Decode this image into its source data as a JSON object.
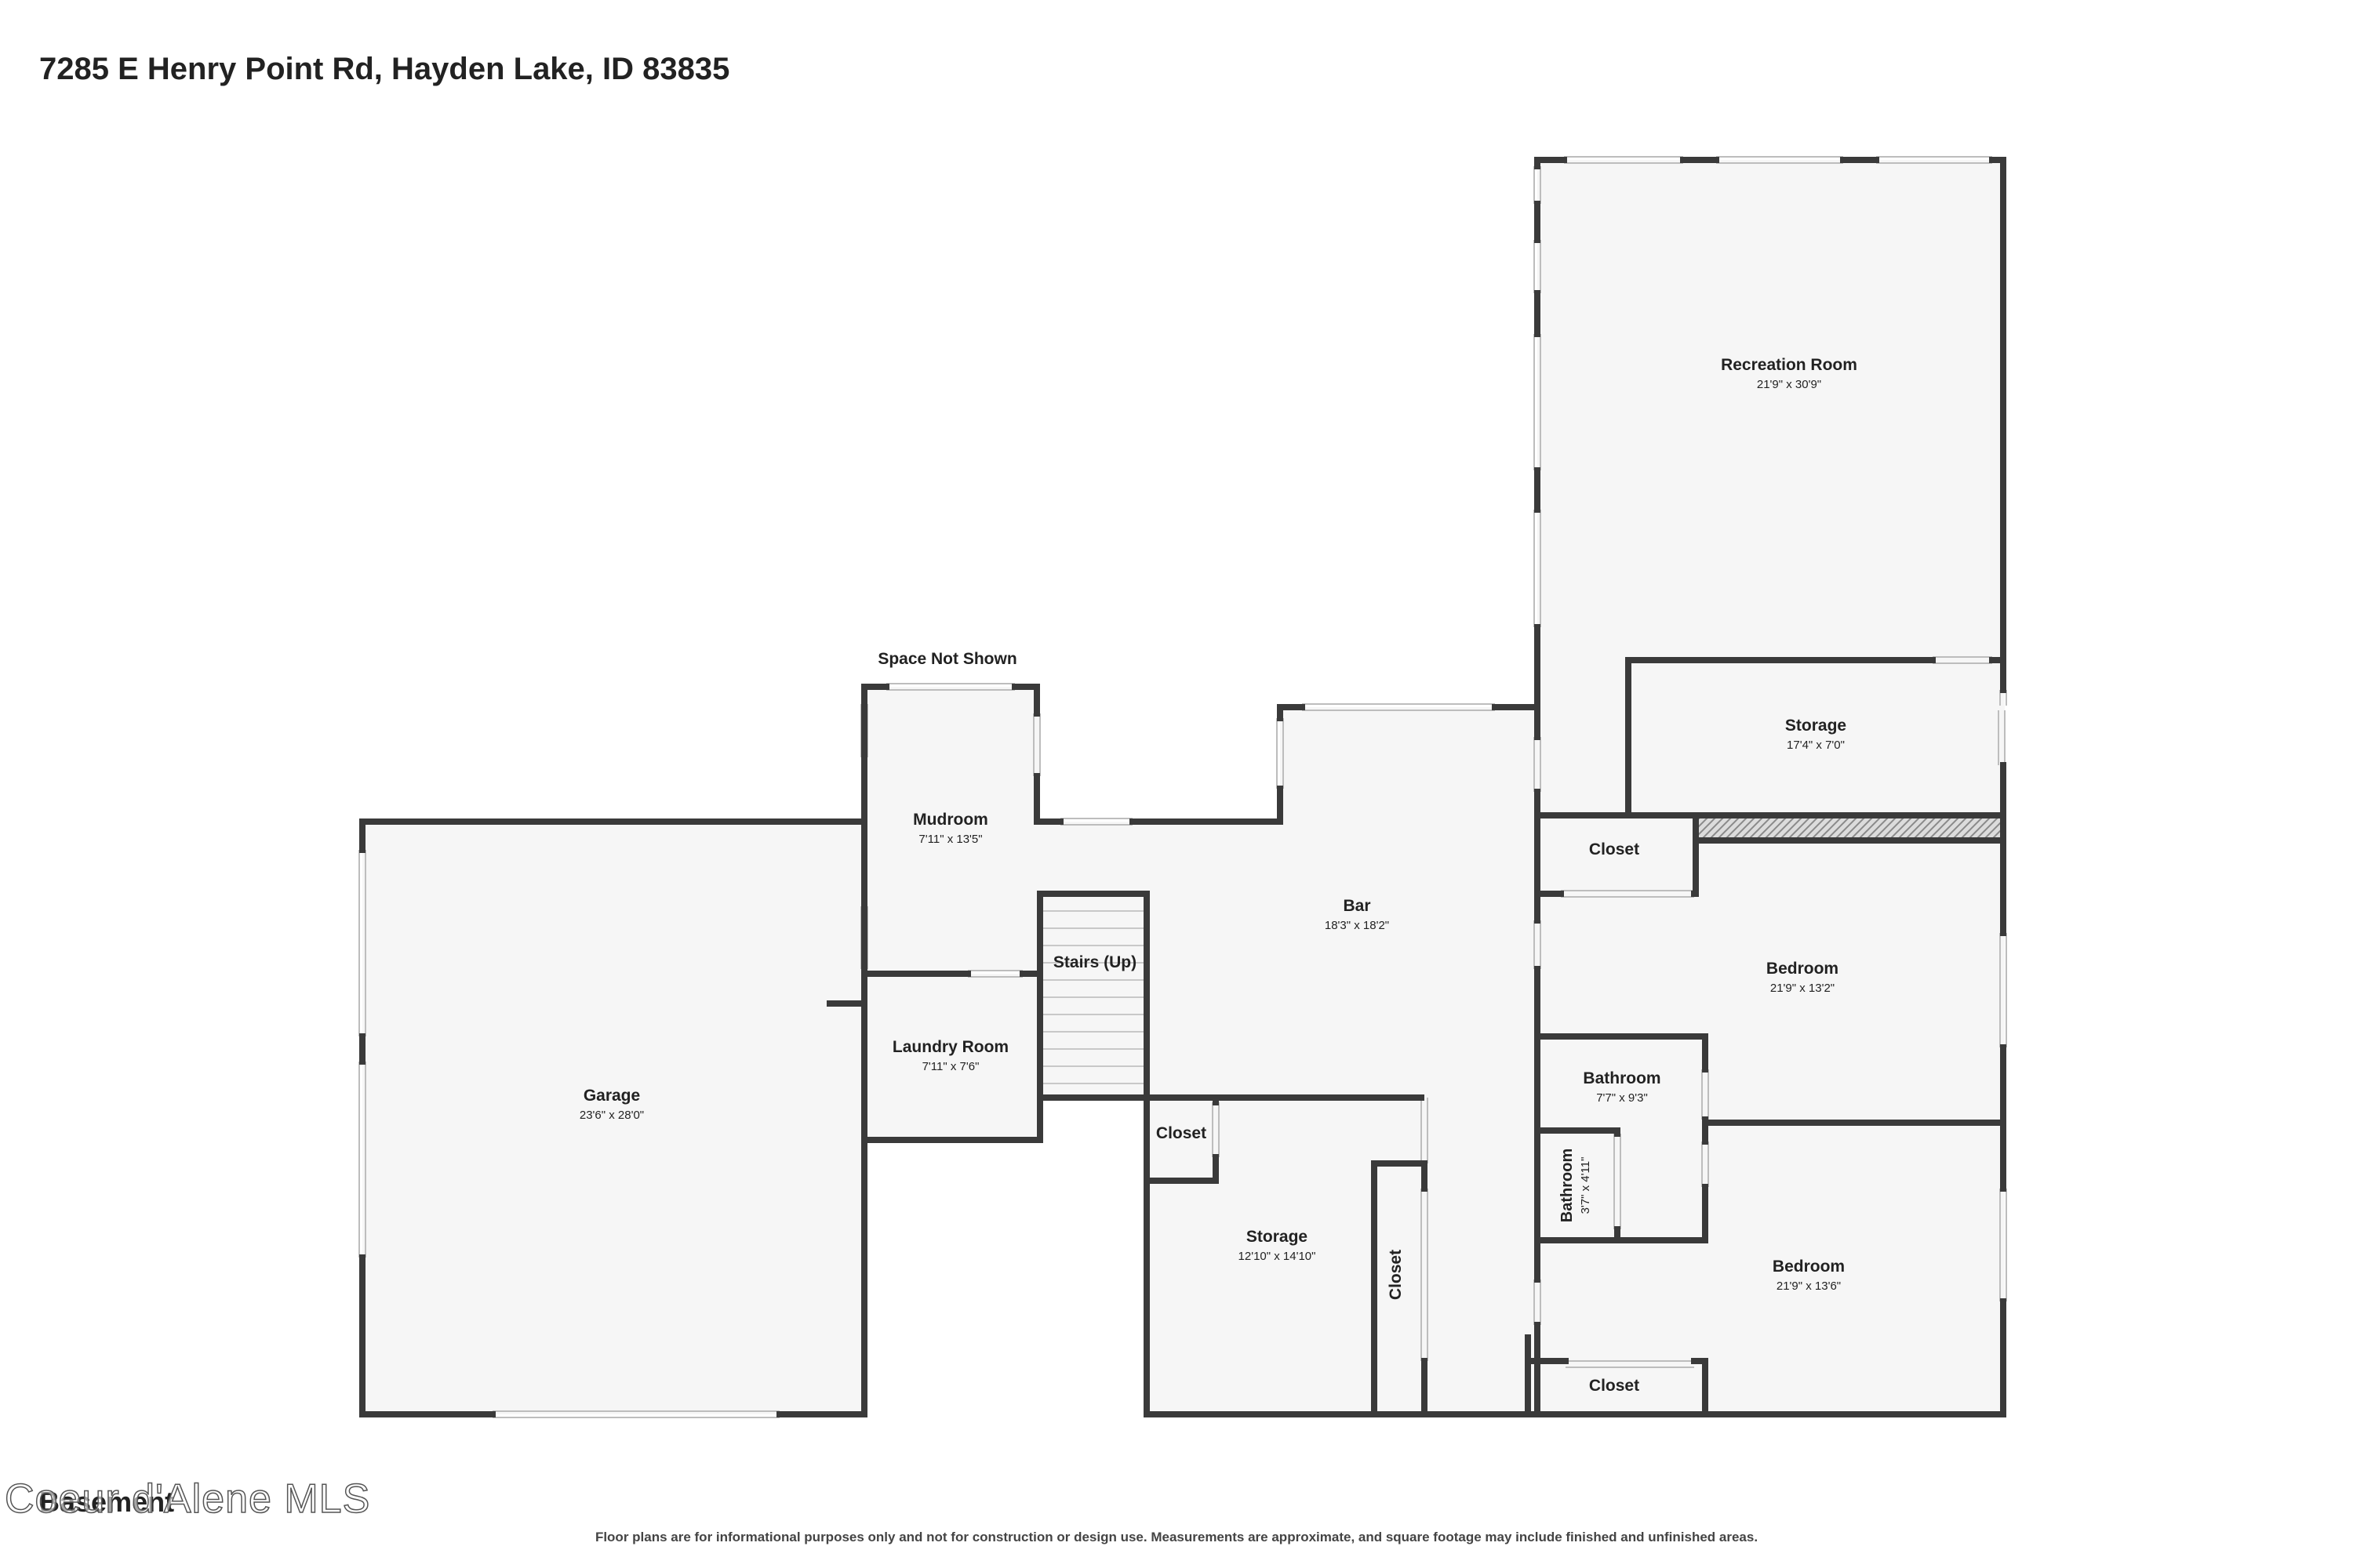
{
  "header": {
    "address": "7285 E Henry Point Rd, Hayden Lake, ID 83835"
  },
  "labels": {
    "space_not_shown": "Space Not Shown",
    "floor_name": "Basement",
    "watermark": "Coeur d'Alene MLS",
    "disclaimer": "Floor plans are for informational purposes only and not for construction or design use. Measurements are approximate, and square footage may include finished and unfinished areas."
  },
  "rooms": {
    "recreation_room": {
      "name": "Recreation Room",
      "dims": "21'9\" x 30'9\""
    },
    "storage_upper": {
      "name": "Storage",
      "dims": "17'4\" x 7'0\""
    },
    "closet_upper": {
      "name": "Closet"
    },
    "mudroom": {
      "name": "Mudroom",
      "dims": "7'11\" x 13'5\""
    },
    "bar": {
      "name": "Bar",
      "dims": "18'3\" x 18'2\""
    },
    "bedroom_1": {
      "name": "Bedroom",
      "dims": "21'9\" x 13'2\""
    },
    "stairs": {
      "name": "Stairs (Up)"
    },
    "garage": {
      "name": "Garage",
      "dims": "23'6\" x 28'0\""
    },
    "laundry_room": {
      "name": "Laundry Room",
      "dims": "7'11\" x 7'6\""
    },
    "bathroom_1": {
      "name": "Bathroom",
      "dims": "7'7\" x 9'3\""
    },
    "closet_mid": {
      "name": "Closet"
    },
    "bathroom_2": {
      "name": "Bathroom",
      "dims": "3'7\" x 4'11\""
    },
    "storage_lower": {
      "name": "Storage",
      "dims": "12'10\" x 14'10\""
    },
    "closet_vertical": {
      "name": "Closet"
    },
    "bedroom_2": {
      "name": "Bedroom",
      "dims": "21'9\" x 13'6\""
    },
    "closet_lower": {
      "name": "Closet"
    }
  },
  "colors": {
    "wall": "#3a3a3a",
    "floor": "#f6f6f6",
    "window": "#bdbdbd"
  }
}
